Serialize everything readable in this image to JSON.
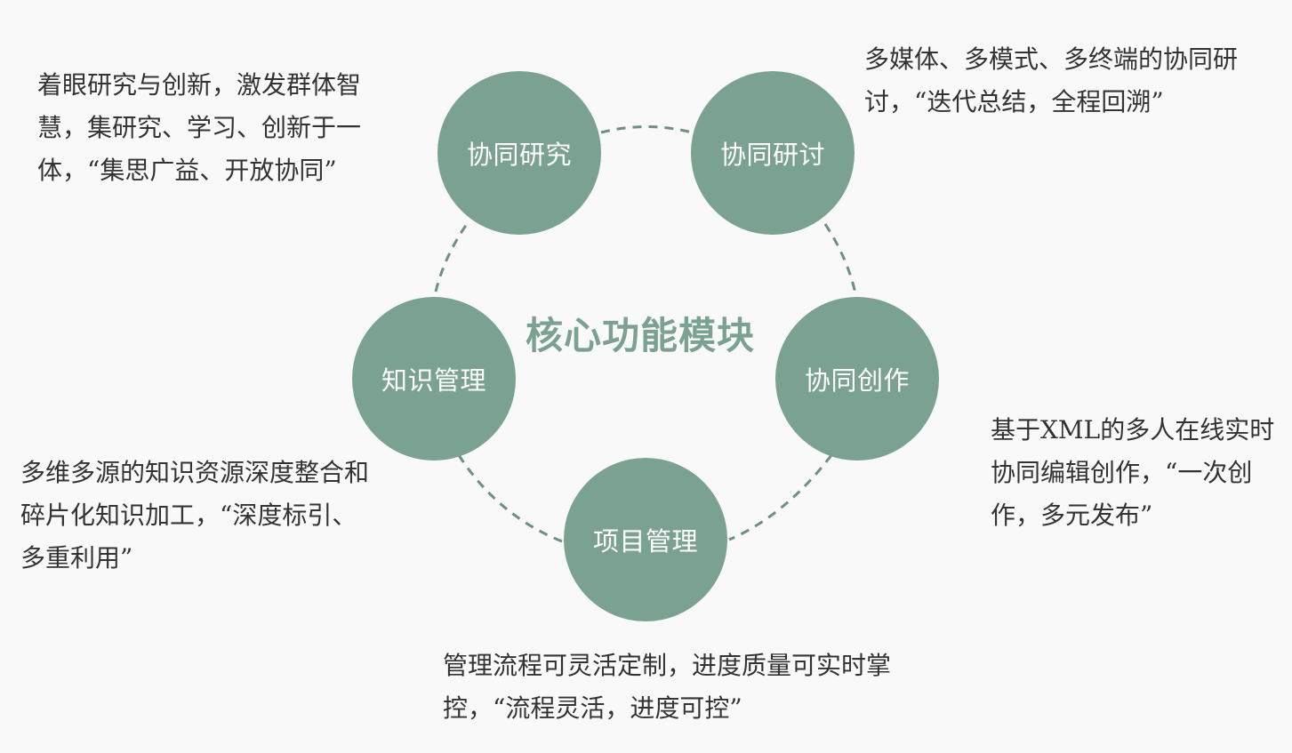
{
  "diagram": {
    "title": "核心功能模块",
    "colors": {
      "node_fill": "#7ba291",
      "dash_stroke": "#6e8f81",
      "title": "#7ba291",
      "text": "#333333",
      "background": "#f8f9f8"
    },
    "modules": [
      {
        "id": "research",
        "label": "协同研究",
        "description": "着眼研究与创新，激发群体智慧，集研究、学习、创新于一体，“集思广益、开放协同”"
      },
      {
        "id": "discussion",
        "label": "协同研讨",
        "description": "多媒体、多模式、多终端的协同研讨，“迭代总结，全程回溯”"
      },
      {
        "id": "creation",
        "label": "协同创作",
        "description": "基于XML的多人在线实时协同编辑创作，“一次创作，多元发布”"
      },
      {
        "id": "project",
        "label": "项目管理",
        "description": "管理流程可灵活定制，进度质量可实时掌控，“流程灵活，进度可控”"
      },
      {
        "id": "knowledge",
        "label": "知识管理",
        "description": "多维多源的知识资源深度整合和碎片化知识加工，“深度标引、多重利用”"
      }
    ]
  }
}
